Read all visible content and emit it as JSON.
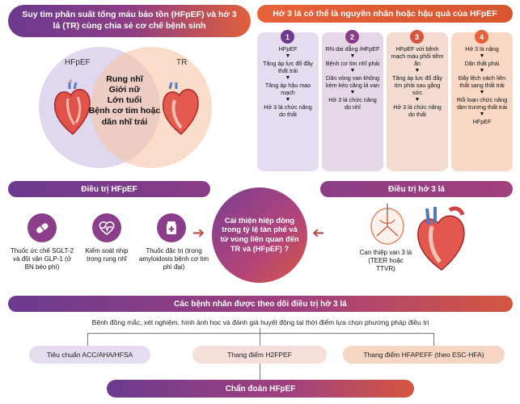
{
  "header": {
    "left_title": "Suy tim phân suất tống máu bảo tồn (HFpEF) và hở 3 lá (TR) cùng chia sẻ cơ chế bệnh sinh",
    "right_title": "Hở 3 lá có thể là nguyên nhân hoặc hậu quả của HFpEF"
  },
  "venn": {
    "left_label": "HFpEF",
    "right_label": "TR",
    "overlap_items": [
      "Rung nhĩ",
      "Giới nữ",
      "Lớn tuổi",
      "Bệnh cơ tim hoặc dãn nhĩ trái"
    ]
  },
  "mechanisms": [
    {
      "number": "1",
      "color": "#6c3a8e",
      "steps": [
        "HFpEF",
        "Tăng áp lực đổ đầy thất trái",
        "Tăng áp hậu mao mạch",
        "Hở 3 lá chức năng do thất"
      ]
    },
    {
      "number": "2",
      "color": "#8a3d86",
      "steps": [
        "RN dai dẳng /HFpEF",
        "Bệnh cơ tim nhĩ phải",
        "Dãn vòng van không kèm kéo căng lá van",
        "Hở 3 lá chức năng do nhĩ"
      ]
    },
    {
      "number": "3",
      "color": "#d6573f",
      "steps": [
        "HFpEF với bệnh mạch máu phổi tiềm ẩn",
        "Tăng áp lực đổ đầy tim phải sau gắng sức",
        "Hở 3 lá chức năng do thất"
      ]
    },
    {
      "number": "4",
      "color": "#e7623a",
      "steps": [
        "Hở 3 lá nặng",
        "Dãn thất phải",
        "Đẩy lệch vách liên thất sang thất trái",
        "Rối loạn chức năng tâm trương thất trái",
        "HFpEF"
      ]
    }
  ],
  "sections": {
    "hfpef_treatment": "Điều trị HFpEF",
    "tr_treatment": "Điều trị hở 3 lá",
    "center_question": "Cải thiện hiệp đồng trong tỷ lệ tàn phế và tử vong liên quan đến TR và (HFpEF) ?",
    "monitoring_title": "Các bệnh nhân được theo dõi điều trị hở 3 lá",
    "monitoring_desc": "Bệnh đồng mắc, xét nghiệm, hình ảnh học và đánh giá huyết động tại thời điểm lựa chọn phương pháp điều trị",
    "final": "Chẩn đoán HFpEF"
  },
  "treatments": [
    {
      "icon": "pill-icon",
      "label": "Thuốc ức chế SGLT-2 và đồi vận GLP-1 (ở BN béo phì)"
    },
    {
      "icon": "heart-rhythm-icon",
      "label": "Kiểm soát nhịp trong rung nhĩ"
    },
    {
      "icon": "medicine-bottle-icon",
      "label": "Thuốc đặc trị (trong amyloidosis bệnh cơ tim phì đại)"
    }
  ],
  "tr_intervention": {
    "label": "Can thiệp van 3 lá (TEER hoặc TTVR)"
  },
  "criteria": [
    "Tiêu chuẩn ACC/AHA/HFSA",
    "Thang điểm H2FPEF",
    "Thang điểm HFAPEFF (theo ESC-HFA)"
  ],
  "colors": {
    "purple": "#6c3a8e",
    "magenta": "#a2417d",
    "orange": "#e7623a"
  }
}
